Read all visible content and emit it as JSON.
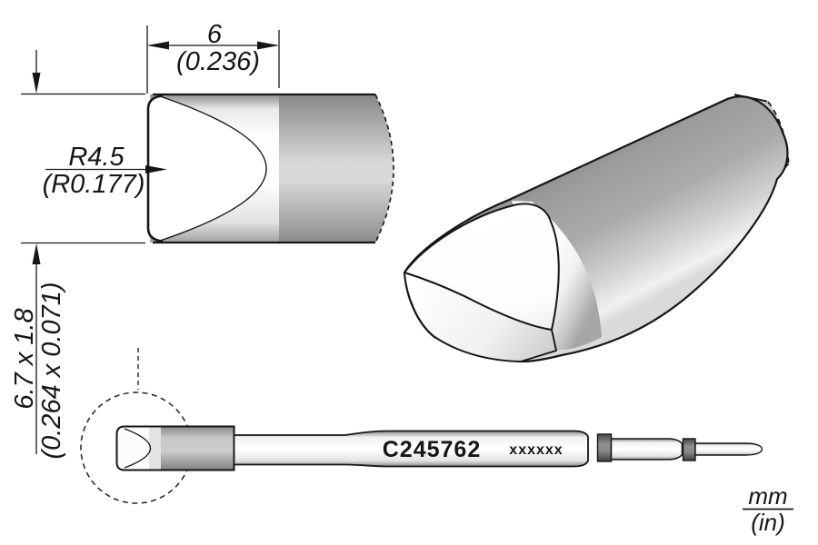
{
  "part": {
    "number": "C245762",
    "marking_mask": "xxxxxx"
  },
  "dimensions": {
    "width": {
      "mm": "6",
      "inches": "(0.236)"
    },
    "radius": {
      "mm": "R4.5",
      "inches": "(R0.177)"
    },
    "cross_section": {
      "mm": "6.7 x 1.8",
      "inches": "(0.264 x 0.071)"
    }
  },
  "units": {
    "primary": "mm",
    "secondary": "(in)"
  },
  "colors": {
    "line": "#161616",
    "metal_dark": "#8a8a8a",
    "metal_mid": "#ababab",
    "metal_light": "#f7f7f7",
    "ring_dark": "#5a5a5a"
  }
}
